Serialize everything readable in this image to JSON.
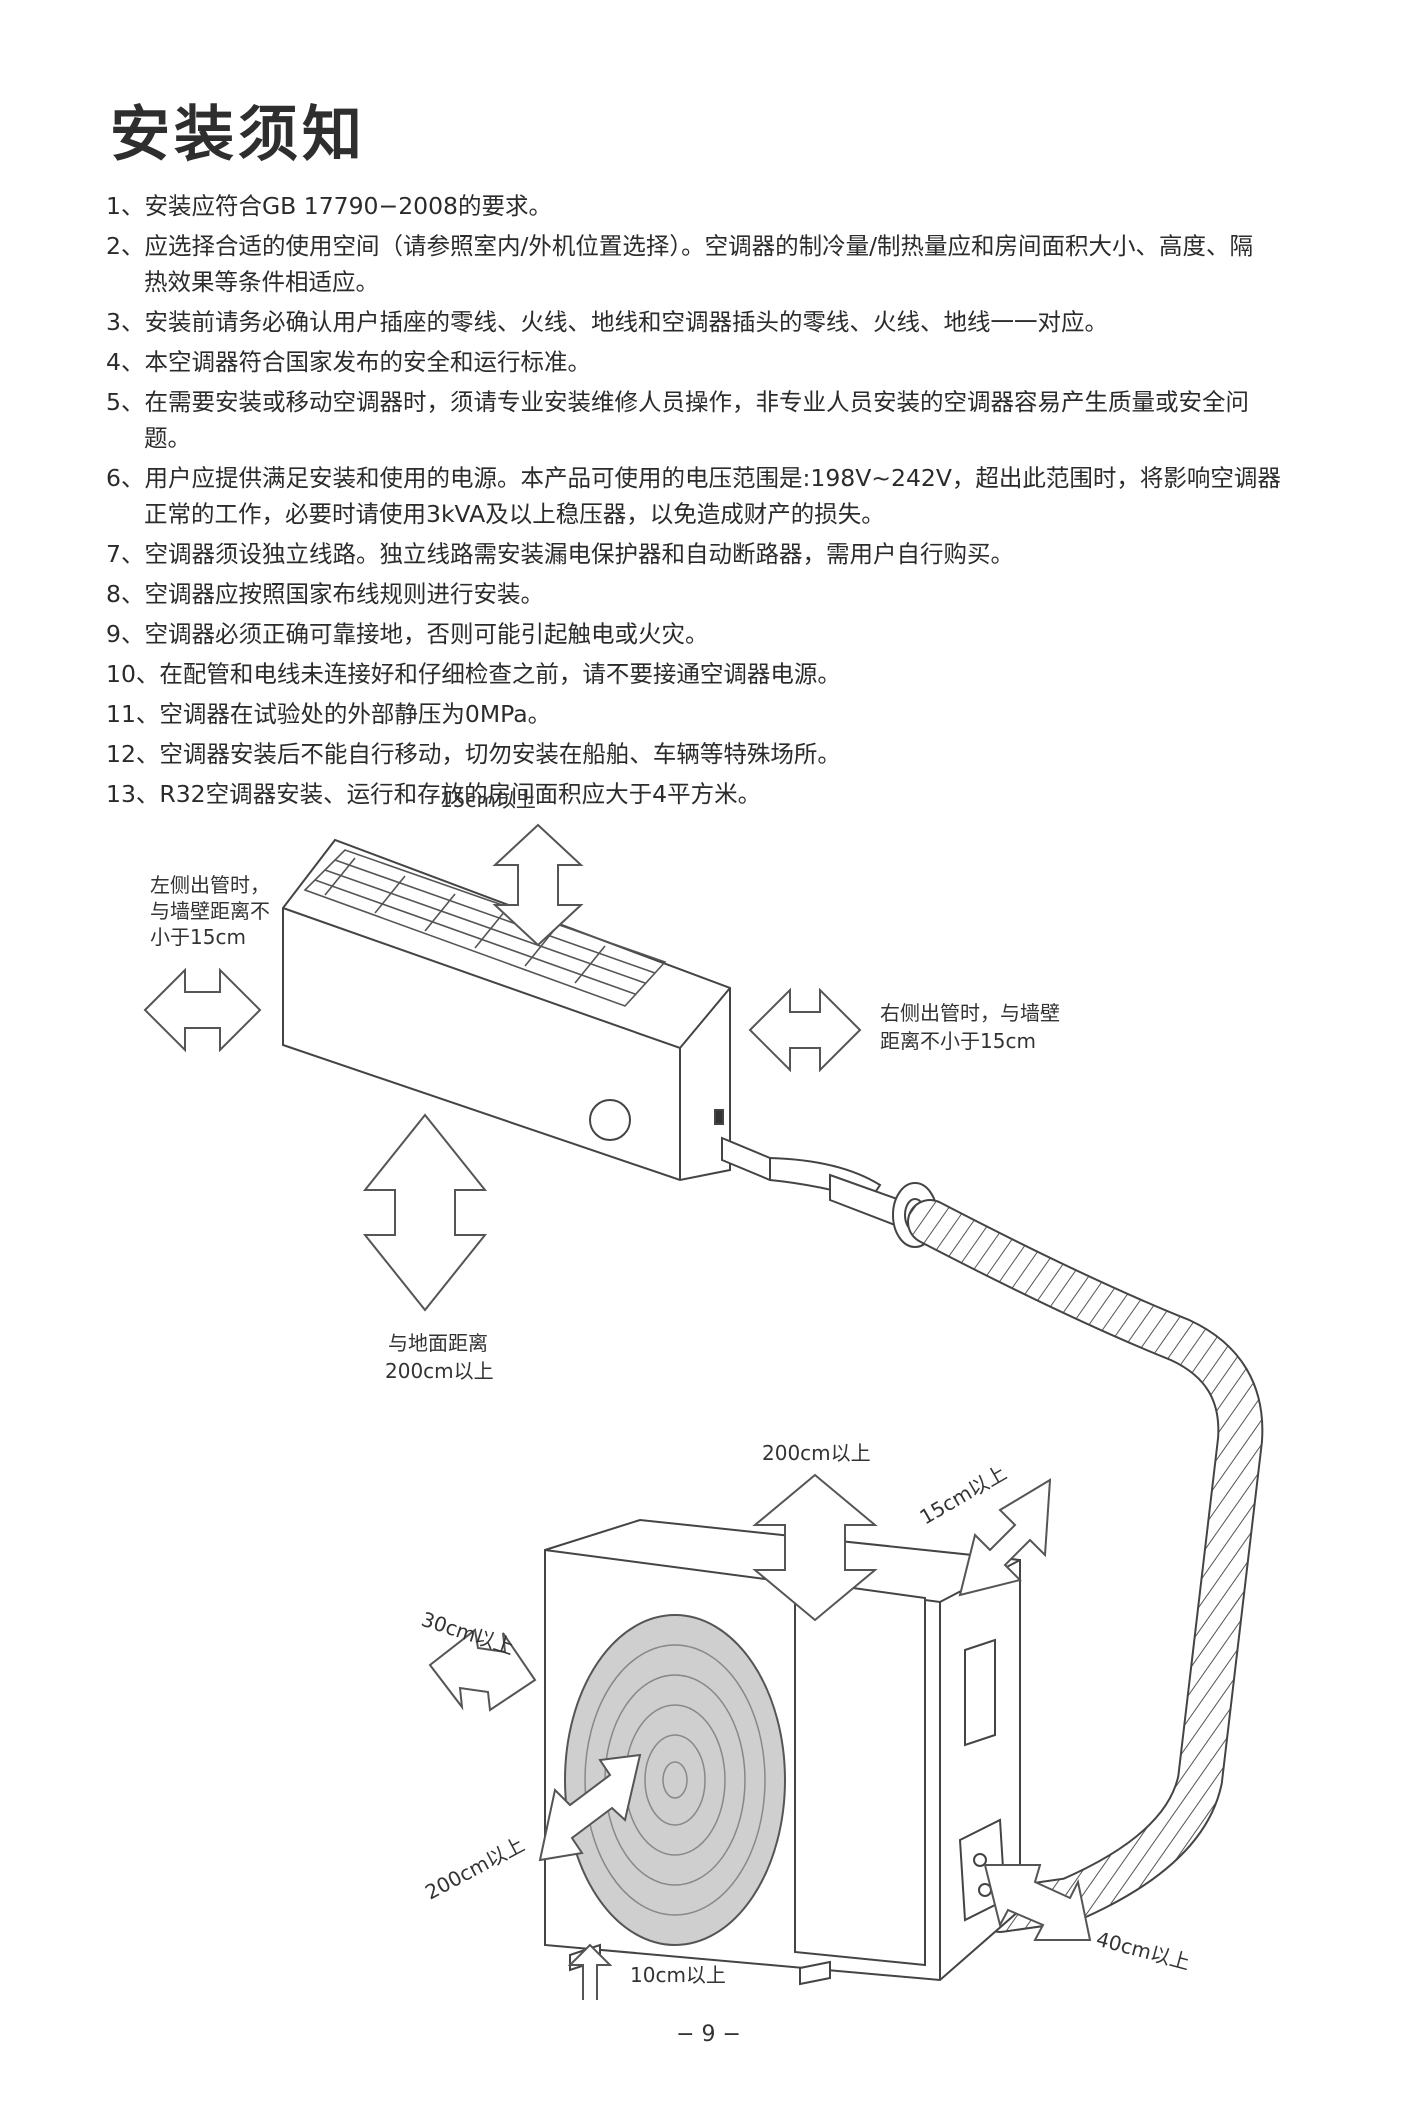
{
  "page": {
    "title": "安装须知",
    "rules": [
      {
        "num": "1、",
        "text": "安装应符合GB 17790−2008的要求。",
        "cont": ""
      },
      {
        "num": "2、",
        "text": "应选择合适的使用空间（请参照室内/外机位置选择）。空调器的制冷量/制热量应和房间面积大小、高度、隔",
        "cont": "热效果等条件相适应。"
      },
      {
        "num": "3、",
        "text": "安装前请务必确认用户插座的零线、火线、地线和空调器插头的零线、火线、地线一一对应。",
        "cont": ""
      },
      {
        "num": "4、",
        "text": "本空调器符合国家发布的安全和运行标准。",
        "cont": ""
      },
      {
        "num": "5、",
        "text": "在需要安装或移动空调器时，须请专业安装维修人员操作，非专业人员安装的空调器容易产生质量或安全问",
        "cont": "题。"
      },
      {
        "num": "6、",
        "text": "用户应提供满足安装和使用的电源。本产品可使用的电压范围是:198V~242V，超出此范围时，将影响空调器",
        "cont": "正常的工作，必要时请使用3kVA及以上稳压器，以免造成财产的损失。"
      },
      {
        "num": "7、",
        "text": "空调器须设独立线路。独立线路需安装漏电保护器和自动断路器，需用户自行购买。",
        "cont": ""
      },
      {
        "num": "8、",
        "text": "空调器应按照国家布线规则进行安装。",
        "cont": ""
      },
      {
        "num": "9、",
        "text": "空调器必须正确可靠接地，否则可能引起触电或火灾。",
        "cont": ""
      },
      {
        "num": "10、",
        "text": "在配管和电线未连接好和仔细检查之前，请不要接通空调器电源。",
        "cont": ""
      },
      {
        "num": "11、",
        "text": "空调器在试验处的外部静压为0MPa。",
        "cont": ""
      },
      {
        "num": "12、",
        "text": "空调器安装后不能自行移动，切勿安装在船舶、车辆等特殊场所。",
        "cont": ""
      },
      {
        "num": "13、",
        "text": "R32空调器安装、运行和存放的房间面积应大于4平方米。",
        "cont": ""
      }
    ],
    "page_number": "− 9 −"
  },
  "diagram": {
    "indoor_top": "15cm以上",
    "indoor_left": [
      "左侧出管时，",
      "与墙壁距离不",
      "小于15cm"
    ],
    "indoor_right": [
      "右侧出管时，与墙壁",
      "距离不小于15cm"
    ],
    "indoor_floor": [
      "与地面距离",
      "200cm以上"
    ],
    "outdoor_top": "200cm以上",
    "outdoor_back": "15cm以上",
    "outdoor_left": "30cm以上",
    "outdoor_front": "200cm以上",
    "outdoor_bottom": "10cm以上",
    "outdoor_right": "40cm以上"
  }
}
